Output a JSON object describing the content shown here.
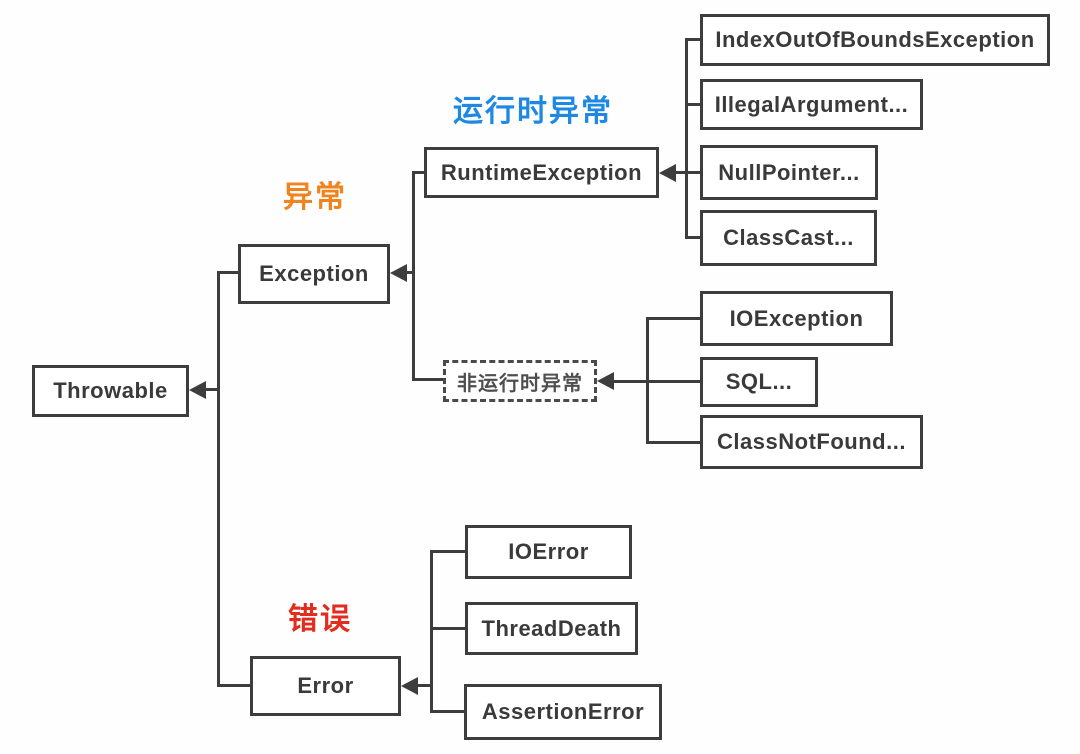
{
  "canvas": {
    "background": "#ffffff",
    "line_color": "#3d3d3d",
    "box_border_color": "#3d3d3d",
    "box_text_color": "#3a3a3a"
  },
  "group_labels": {
    "exception": {
      "text": "异常",
      "color": "#F0831E"
    },
    "runtime": {
      "text": "运行时异常",
      "color": "#1E88E5"
    },
    "error": {
      "text": "错误",
      "color": "#E32B1E"
    }
  },
  "nodes": {
    "throwable": {
      "label": "Throwable"
    },
    "exception": {
      "label": "Exception"
    },
    "runtime_exception": {
      "label": "RuntimeException"
    },
    "non_runtime_exception": {
      "label": "非运行时异常"
    },
    "error": {
      "label": "Error"
    },
    "index_out_of_bounds_exception": {
      "label": "IndexOutOfBoundsException"
    },
    "illegal_argument": {
      "label": "IllegalArgument..."
    },
    "null_pointer": {
      "label": "NullPointer..."
    },
    "class_cast": {
      "label": "ClassCast..."
    },
    "io_exception": {
      "label": "IOException"
    },
    "sql": {
      "label": "SQL..."
    },
    "class_not_found": {
      "label": "ClassNotFound..."
    },
    "io_error": {
      "label": "IOError"
    },
    "thread_death": {
      "label": "ThreadDeath"
    },
    "assertion_error": {
      "label": "AssertionError"
    }
  }
}
